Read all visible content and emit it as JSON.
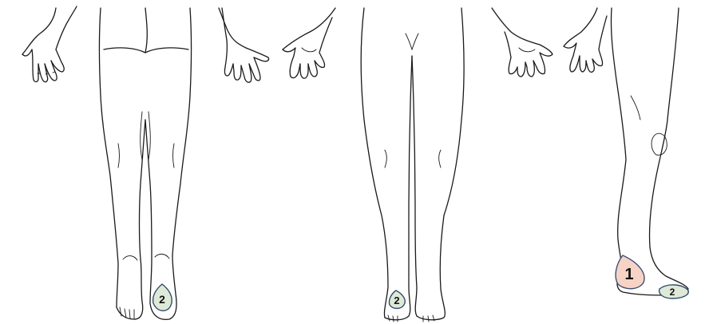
{
  "figure": {
    "views": [
      {
        "name": "posterior-view"
      },
      {
        "name": "anterior-view"
      },
      {
        "name": "lateral-view"
      }
    ]
  },
  "markers": [
    {
      "id": "marker-2-posterior-foot",
      "label": "2",
      "fill": "#dfe9d8",
      "stroke": "#2f4f6f"
    },
    {
      "id": "marker-2-anterior-foot",
      "label": "2",
      "fill": "#dfe9d8",
      "stroke": "#2f4f6f"
    },
    {
      "id": "marker-1-lateral-heel",
      "label": "1",
      "fill": "#f6d3c4",
      "stroke": "#3d4f78"
    },
    {
      "id": "marker-2-lateral-toes",
      "label": "2",
      "fill": "#dfe9d8",
      "stroke": "#2f4f6f"
    }
  ]
}
